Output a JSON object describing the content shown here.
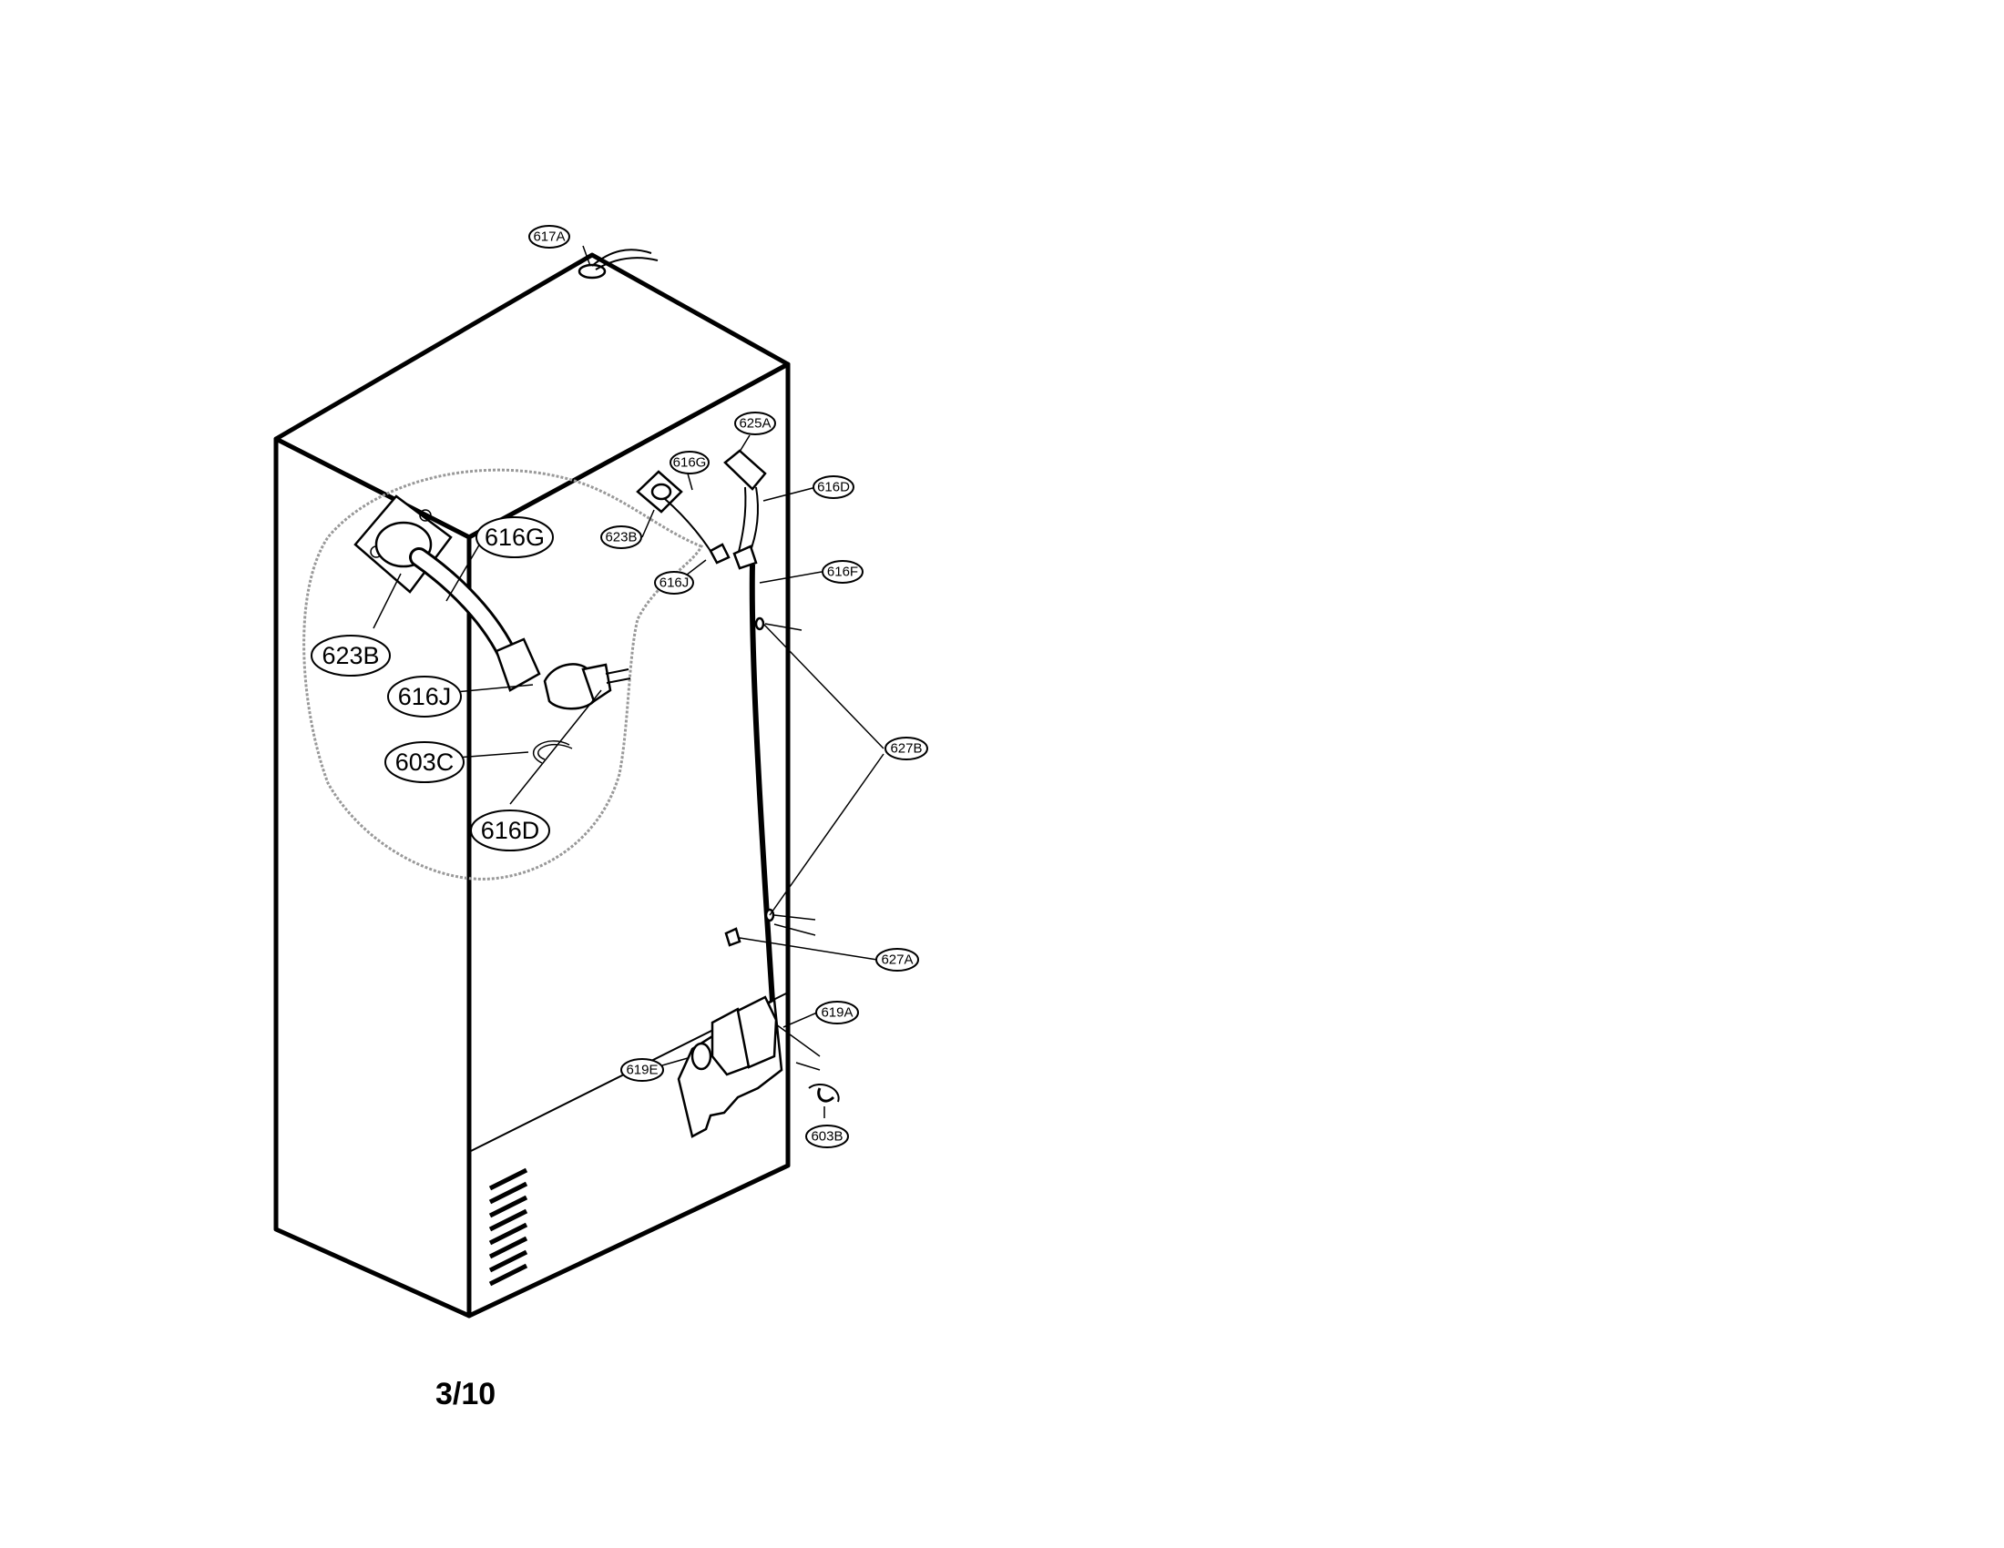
{
  "diagram": {
    "callouts": {
      "c617A": "617A",
      "c625A": "625A",
      "c616G_small": "616G",
      "c616D_small": "616D",
      "c623B_small": "623B",
      "c616F": "616F",
      "c616J_small": "616J",
      "c627B": "627B",
      "c627A": "627A",
      "c619A": "619A",
      "c619E": "619E",
      "c603B": "603B",
      "c616G_large": "616G",
      "c623B_large": "623B",
      "c616J_large": "616J",
      "c603C_large": "603C",
      "c616D_large": "616D"
    }
  },
  "page": {
    "number": "3/10"
  }
}
